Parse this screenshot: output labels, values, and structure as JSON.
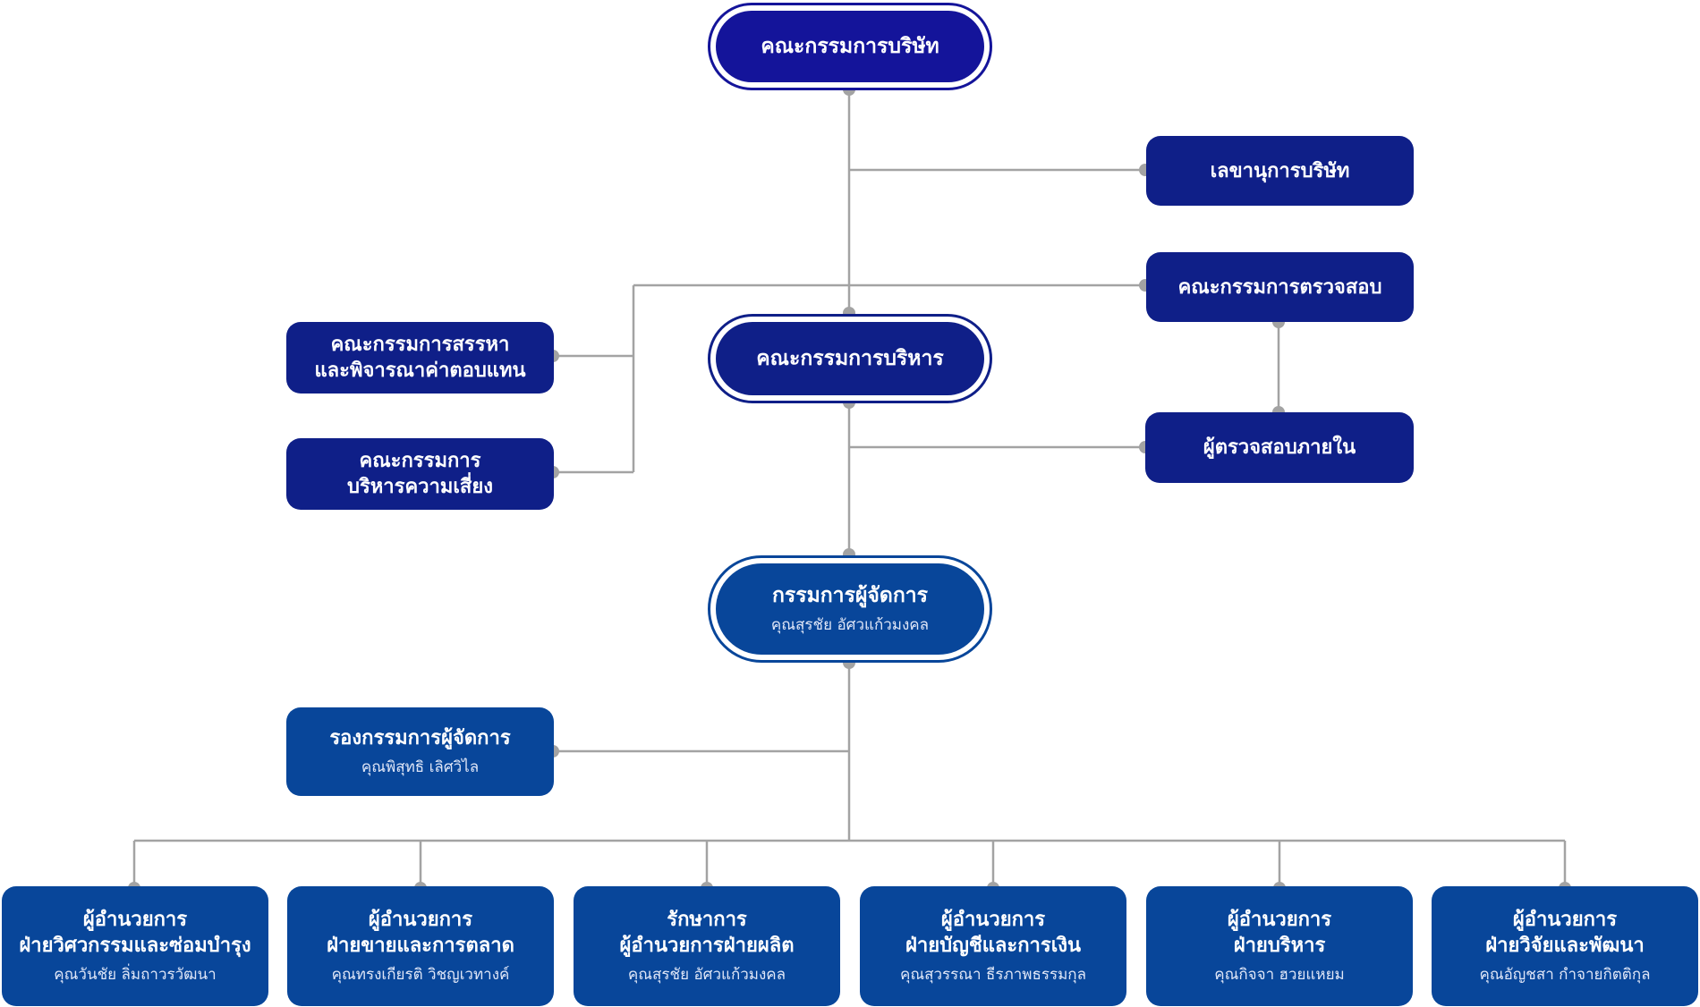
{
  "colors": {
    "board": "#14149a",
    "committee": "#0f1f88",
    "management": "#08469a",
    "connector": "#a3a3a3",
    "text": "#ffffff"
  },
  "board": {
    "title": "คณะกรรมการบริษัท"
  },
  "company_secretary": {
    "title": "เลขานุการบริษัท"
  },
  "audit_committee": {
    "title": "คณะกรรมการตรวจสอบ"
  },
  "nomination_committee": {
    "line1": "คณะกรรมการสรรหา",
    "line2": "และพิจารณาค่าตอบแทน"
  },
  "risk_committee": {
    "line1": "คณะกรรมการ",
    "line2": "บริหารความเสี่ยง"
  },
  "executive_committee": {
    "title": "คณะกรรมการบริหาร"
  },
  "internal_auditor": {
    "title": "ผู้ตรวจสอบภายใน"
  },
  "managing_director": {
    "title": "กรรมการผู้จัดการ",
    "name": "คุณสุรชัย  อัศวแก้วมงคล"
  },
  "deputy_md": {
    "title": "รองกรรมการผู้จัดการ",
    "name": "คุณพิสุทธิ เลิศวิไล"
  },
  "departments": [
    {
      "line1": "ผู้อำนวยการ",
      "line2": "ฝ่ายวิศวกรรมและซ่อมบำรุง",
      "name": "คุณวันชัย ลิ่มถาวรวัฒนา"
    },
    {
      "line1": "ผู้อำนวยการ",
      "line2": "ฝ่ายขายและการตลาด",
      "name": "คุณทรงเกียรติ วิชญเวทางค์"
    },
    {
      "line1": "รักษาการ",
      "line2": "ผู้อำนวยการฝ่ายผลิต",
      "name": "คุณสุรชัย  อัศวแก้วมงคล"
    },
    {
      "line1": "ผู้อำนวยการ",
      "line2": "ฝ่ายบัญชีและการเงิน",
      "name": "คุณสุวรรณา  ธีรภาพธรรมกุล"
    },
    {
      "line1": "ผู้อำนวยการ",
      "line2": "ฝ่ายบริหาร",
      "name": "คุณกิจจา ฮวยแหยม"
    },
    {
      "line1": "ผู้อำนวยการ",
      "line2": "ฝ่ายวิจัยและพัฒนา",
      "name": "คุณอัญชสา กำจายกิตติกุล"
    }
  ]
}
